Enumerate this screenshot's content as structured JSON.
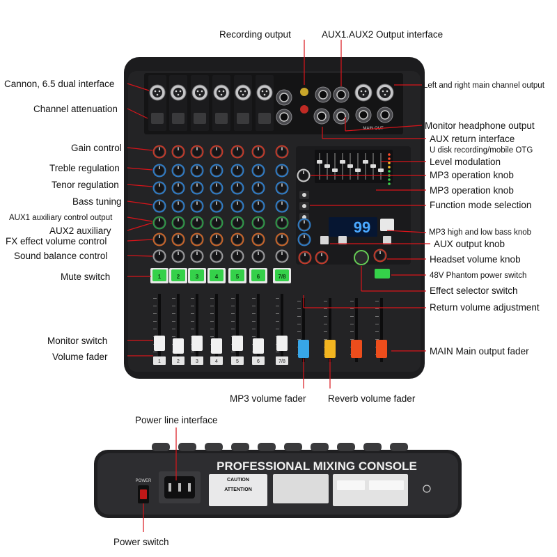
{
  "colors": {
    "callout": "#d9141a",
    "body": "#1c1c1e",
    "panel": "#2a2a2c",
    "mute": "#35d14a",
    "fader_blue": "#37a6e8",
    "fader_yellow": "#f3b520",
    "fader_orange": "#ec4d1c",
    "display": "#1e6fe0"
  },
  "console": {
    "title": "PROFESSIONAL MIXING CONSOLE",
    "caution": "CAUTION",
    "attention": "ATTENTION",
    "power_label": "POWER",
    "display_value": "99",
    "main_out_label": "MAIN OUT",
    "channel_numbers": [
      "1",
      "2",
      "3",
      "4",
      "5",
      "6",
      "7/8"
    ]
  },
  "labels": {
    "recording_output": "Recording output",
    "aux_output_interface": "AUX1.AUX2 Output interface",
    "cannon_dual_interface": "Cannon, 6.5 dual interface",
    "lr_main_output": "Left and right main channel output",
    "channel_attenuation": "Channel attenuation",
    "monitor_headphone": "Monitor headphone output",
    "aux_return_interface": "AUX return interface",
    "gain_control": "Gain control",
    "udisk_recording": "U disk recording/mobile OTG",
    "treble_regulation": "Treble regulation",
    "level_modulation": "Level modulation",
    "mp3_knob_1": "MP3 operation knob",
    "tenor_regulation": "Tenor regulation",
    "mp3_knob_2": "MP3 operation knob",
    "bass_tuning": "Bass tuning",
    "function_mode": "Function mode selection",
    "aux1_control": "AUX1 auxiliary control output",
    "aux2_auxiliary": "AUX2 auxiliary",
    "mp3_bass_knob": "MP3 high and low bass knob",
    "fx_effect_volume": "FX effect volume control",
    "aux_output_knob": "AUX output knob",
    "sound_balance": "Sound balance control",
    "headset_volume": "Headset volume knob",
    "mute_switch": "Mute switch",
    "phantom_power": "48V Phantom power switch",
    "effect_selector": "Effect selector switch",
    "return_volume": "Return volume adjustment",
    "monitor_switch": "Monitor switch",
    "main_output_fader": "MAIN Main output fader",
    "volume_fader": "Volume fader",
    "mp3_volume_fader": "MP3 volume fader",
    "reverb_volume_fader": "Reverb volume fader",
    "power_line_interface": "Power line interface",
    "power_switch": "Power switch"
  }
}
